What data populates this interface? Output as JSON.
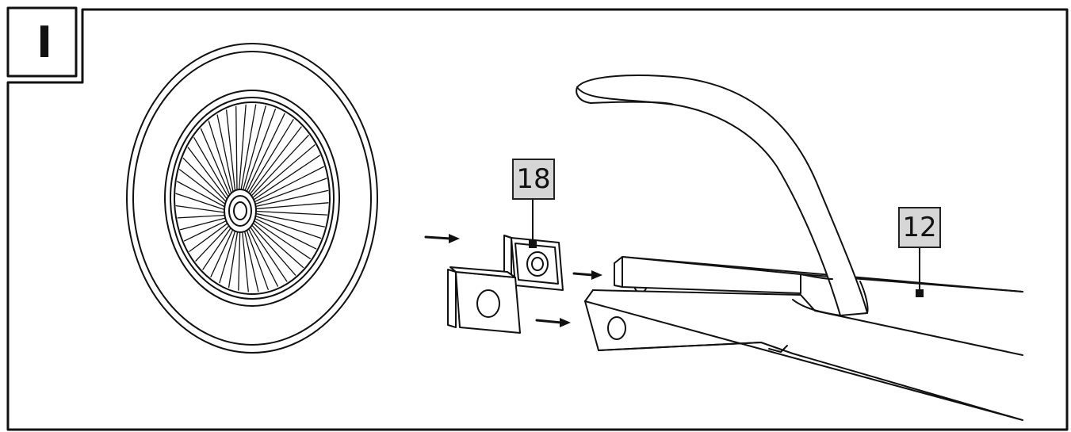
{
  "step": {
    "label": "I"
  },
  "callouts": [
    {
      "id": "18"
    },
    {
      "id": "12"
    }
  ]
}
